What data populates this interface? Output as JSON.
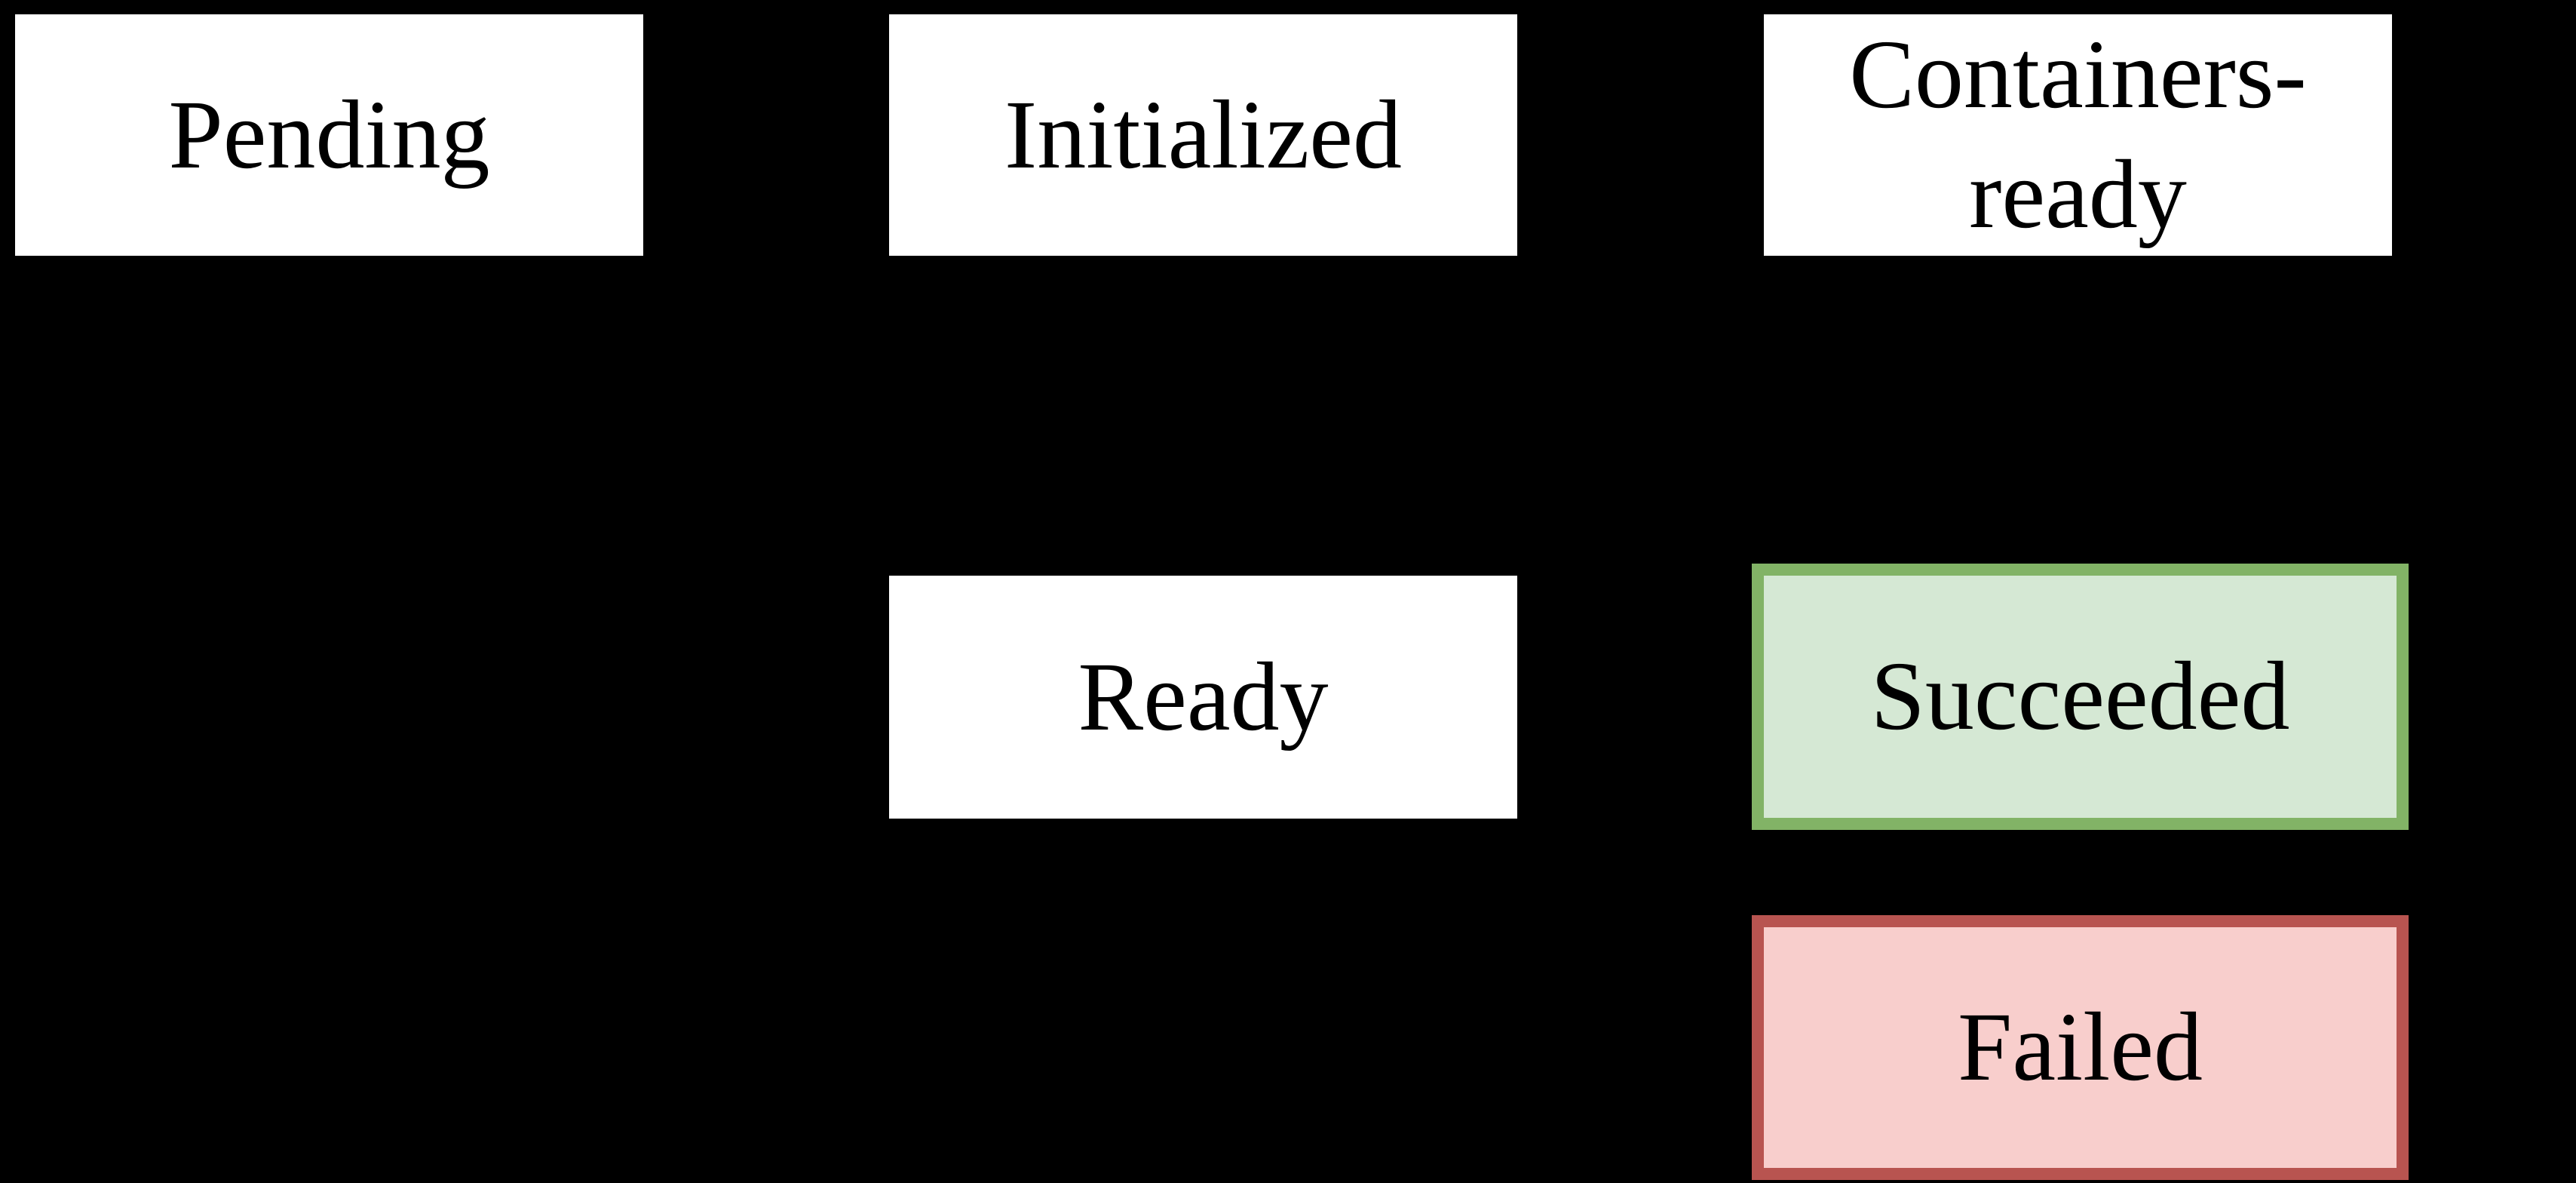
{
  "diagram": {
    "background_color": "#000000",
    "text_color": "#000000",
    "nodes": [
      {
        "id": "pending",
        "label": "Pending",
        "fill": "#ffffff",
        "stroke": "none"
      },
      {
        "id": "initialized",
        "label": "Initialized",
        "fill": "#ffffff",
        "stroke": "none"
      },
      {
        "id": "containers-ready",
        "label": "Containers-\nready",
        "fill": "#ffffff",
        "stroke": "none"
      },
      {
        "id": "ready",
        "label": "Ready",
        "fill": "#ffffff",
        "stroke": "none"
      },
      {
        "id": "succeeded",
        "label": "Succeeded",
        "fill": "#d5e8d4",
        "stroke": "#82b366"
      },
      {
        "id": "failed",
        "label": "Failed",
        "fill": "#f8cecc",
        "stroke": "#b85450"
      }
    ]
  }
}
